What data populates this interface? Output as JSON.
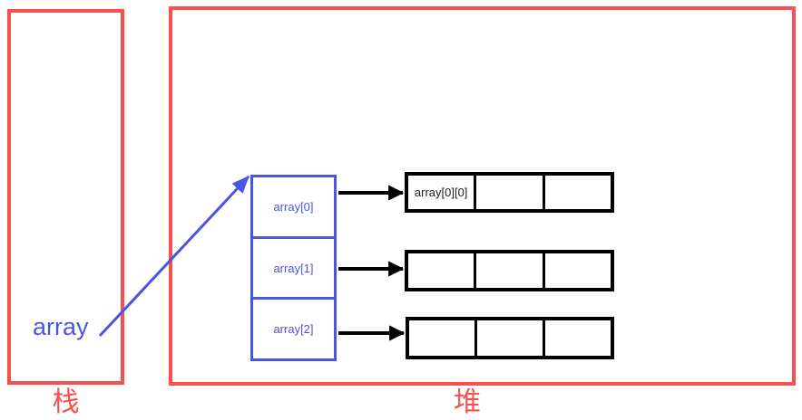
{
  "stack": {
    "label": "栈",
    "variable": "array"
  },
  "heap": {
    "label": "堆"
  },
  "pointer_array": {
    "cells": [
      "array[0]",
      "array[1]",
      "array[2]"
    ]
  },
  "row_arrays": [
    {
      "cells": [
        "array[0][0]",
        "",
        ""
      ]
    },
    {
      "cells": [
        "",
        "",
        ""
      ]
    },
    {
      "cells": [
        "",
        "",
        ""
      ]
    }
  ],
  "colors": {
    "red": "#f94f4f",
    "blue": "#4a55e1",
    "arrow_black": "#000000"
  }
}
